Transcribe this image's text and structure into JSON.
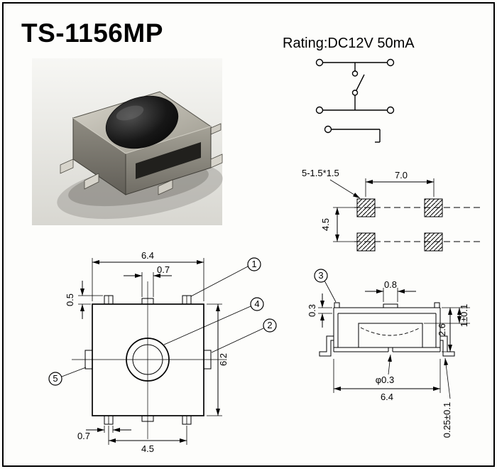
{
  "header": {
    "title": "TS-1156MP",
    "rating": "Rating:DC12V 50mA"
  },
  "land_pattern": {
    "pad_note": "5-1.5*1.5",
    "horizontal_dim": "7.0",
    "vertical_dim": "4.5"
  },
  "top_view": {
    "width_dim": "6.4",
    "top_tab_dim": "0.7",
    "tab_height_dim": "0.5",
    "height_dim": "6.2",
    "lead_pitch_dim": "4.5",
    "lead_width_dim": "0.7",
    "callouts": {
      "c1": "1",
      "c2": "2",
      "c4": "4",
      "c5": "5"
    }
  },
  "side_view": {
    "callouts": {
      "c3": "3"
    },
    "dimple_dim": "0.8",
    "plate_dim": "0.3",
    "height_dim": "2.6",
    "stem_dim": "1±0.1",
    "hole_dim": "φ0.3",
    "width_dim": "6.4",
    "base_dim": "0.25±0.1"
  }
}
